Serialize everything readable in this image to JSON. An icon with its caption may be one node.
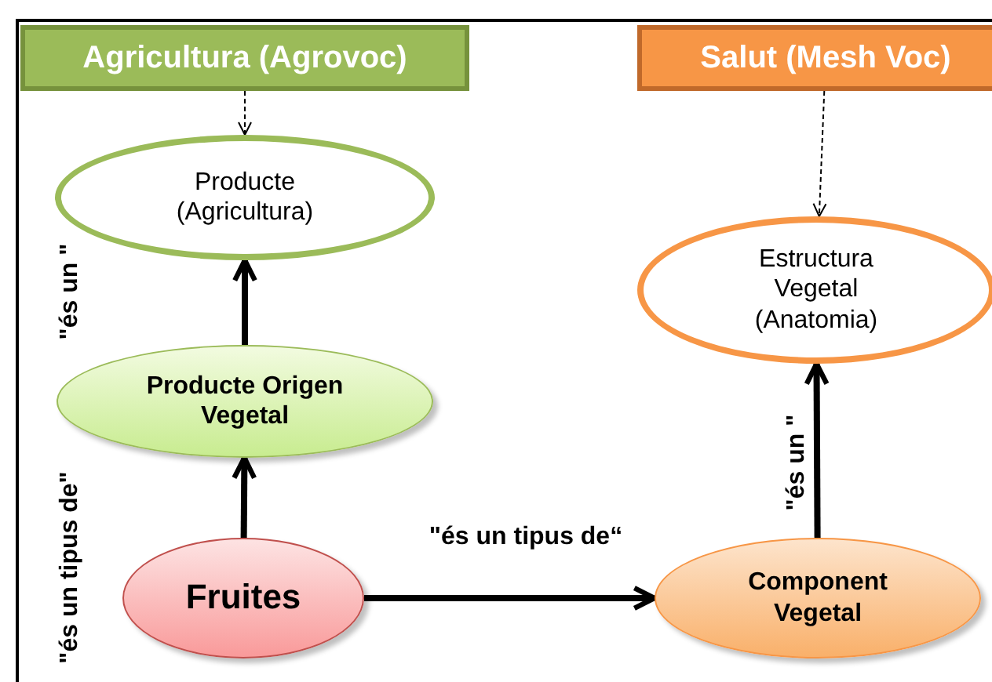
{
  "diagram": {
    "nodes": [
      {
        "text": [
          "Agricultura (Agrovoc)"
        ]
      },
      {
        "text": [
          "Salut (Mesh Voc)"
        ]
      },
      {
        "text": [
          "Producte (Agricultura)"
        ]
      },
      {
        "text": [
          "Estructura Vegetal (Anatomia)"
        ]
      },
      {
        "text": [
          "Producte Origen Vegetal"
        ]
      },
      {
        "text": [
          "Fruites"
        ]
      },
      {
        "text": [
          "Component Vegetal"
        ]
      }
    ],
    "edges": [
      {
        "from": 0,
        "to": 2,
        "arrow": "to",
        "style": "dashed"
      },
      {
        "from": 1,
        "to": 3,
        "arrow": "to",
        "style": "dashed"
      },
      {
        "from": 4,
        "to": 2,
        "arrow": "to"
      },
      {
        "from": 5,
        "to": 4,
        "arrow": "to"
      },
      {
        "from": 5,
        "to": 6,
        "arrow": "to",
        "label": "\"és un tipus de“"
      },
      {
        "from": 6,
        "to": 3,
        "arrow": "to",
        "label": "\"és un \""
      }
    ],
    "labels": [
      "\"és un \"",
      "\"és un tipus de\""
    ]
  }
}
